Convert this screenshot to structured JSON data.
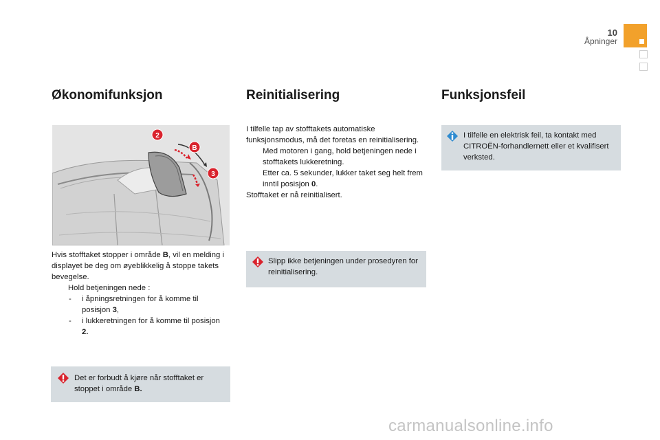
{
  "header": {
    "page_number": "10",
    "section": "Åpninger",
    "accent_color": "#f2a12b"
  },
  "col1": {
    "heading": "Økonomifunksjon",
    "intro_a": "Hvis stofftaket stopper i område ",
    "intro_b": "B",
    "intro_c": ", vil en melding i displayet be deg om øyeblikkelig å stoppe takets bevegelse.",
    "bullet": "Hold betjeningen nede :",
    "sub1_a": "i åpningsretningen for å komme til posisjon ",
    "sub1_b": "3",
    "sub1_c": ",",
    "sub2_a": "i lukkeretningen for å komme til posisjon ",
    "sub2_b": "2.",
    "warning_a": "Det er forbudt å kjøre når stofftaket er stoppet i område ",
    "warning_b": "B."
  },
  "figure": {
    "markers": [
      "2",
      "B",
      "3"
    ],
    "marker_color": "#d9232d"
  },
  "col2": {
    "heading": "Reinitialisering",
    "intro": "I tilfelle tap av stofftakets automatiske funksjonsmodus, må det foretas en reinitialisering.",
    "bullet1": "Med motoren i gang, hold betjeningen nede i stofftakets lukkeretning.",
    "bullet2_a": "Etter ca. 5 sekunder, lukker taket seg helt frem inntil posisjon ",
    "bullet2_b": "0",
    "bullet2_c": ".",
    "outro": "Stofftaket er nå reinitialisert.",
    "warning": "Slipp ikke betjeningen under prosedyren for reinitialisering."
  },
  "col3": {
    "heading": "Funksjonsfeil",
    "info": "I tilfelle en elektrisk feil, ta kontakt med CITROËN-forhandlernett eller et kvalifisert verksted."
  },
  "bullet_symbol": "",
  "sub_dash": "-",
  "watermark": "carmanualsonline.info",
  "colors": {
    "note_bg": "#d6dce0",
    "warning_red": "#d9232d",
    "info_blue": "#2e8bd0"
  }
}
